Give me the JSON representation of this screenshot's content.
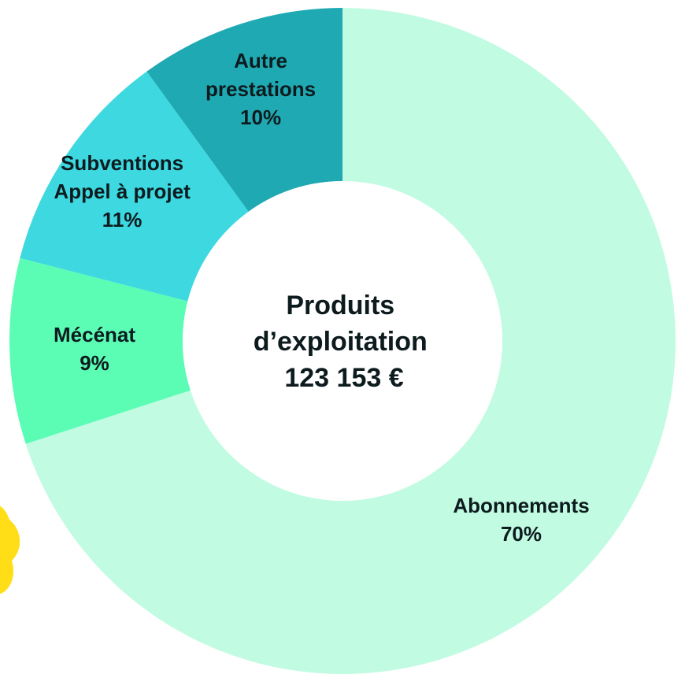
{
  "chart_data": {
    "type": "pie",
    "style": "donut",
    "center_text": [
      "Produits",
      "d’exploitation",
      "123 153 €"
    ],
    "slices": [
      {
        "lines": [
          "Abonnements",
          "70%"
        ],
        "value": 70,
        "color": "#c0fbe2"
      },
      {
        "lines": [
          "Mécénat",
          "9%"
        ],
        "value": 9,
        "color": "#5bfdb5"
      },
      {
        "lines": [
          "Subventions",
          "Appel à projet",
          "11%"
        ],
        "value": 11,
        "color": "#3dd8e0"
      },
      {
        "lines": [
          "Autre",
          "prestations",
          "10%"
        ],
        "value": 10,
        "color": "#1fa9b3"
      }
    ],
    "decoration_color": "#ffde17"
  }
}
